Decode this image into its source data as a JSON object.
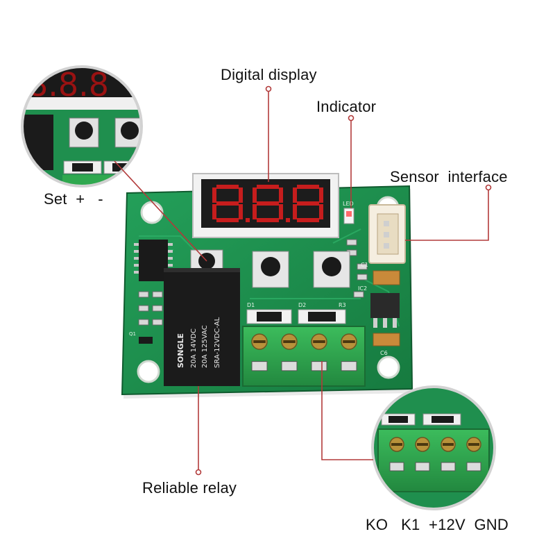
{
  "callouts": {
    "digital_display": "Digital display",
    "indicator": "Indicator",
    "sensor_interface": "Sensor  interface",
    "set_buttons": "Set  +   -",
    "reliable_relay": "Reliable relay",
    "terminals": "KO   K1  +12V  GND"
  },
  "display_digits": "8.8.8",
  "board_markings": {
    "led": "LED",
    "relay_brand": "SONGLE",
    "relay_rating_1": "20A 14VDC",
    "relay_rating_2": "20A 125VAC",
    "relay_model": "SRA-12VDC-AL",
    "d1": "D1",
    "d2": "D2",
    "r3": "R3",
    "q1": "Q1",
    "c1": "C1",
    "c6": "C6",
    "ic2": "IC2"
  },
  "colors": {
    "pcb": "#1f8f4e",
    "pcb_dark": "#166b3a",
    "terminal_block": "#2fa84f",
    "relay": "#1b1b1b",
    "display_digit": "#c61d1d",
    "leader_line": "#b23a3a"
  }
}
